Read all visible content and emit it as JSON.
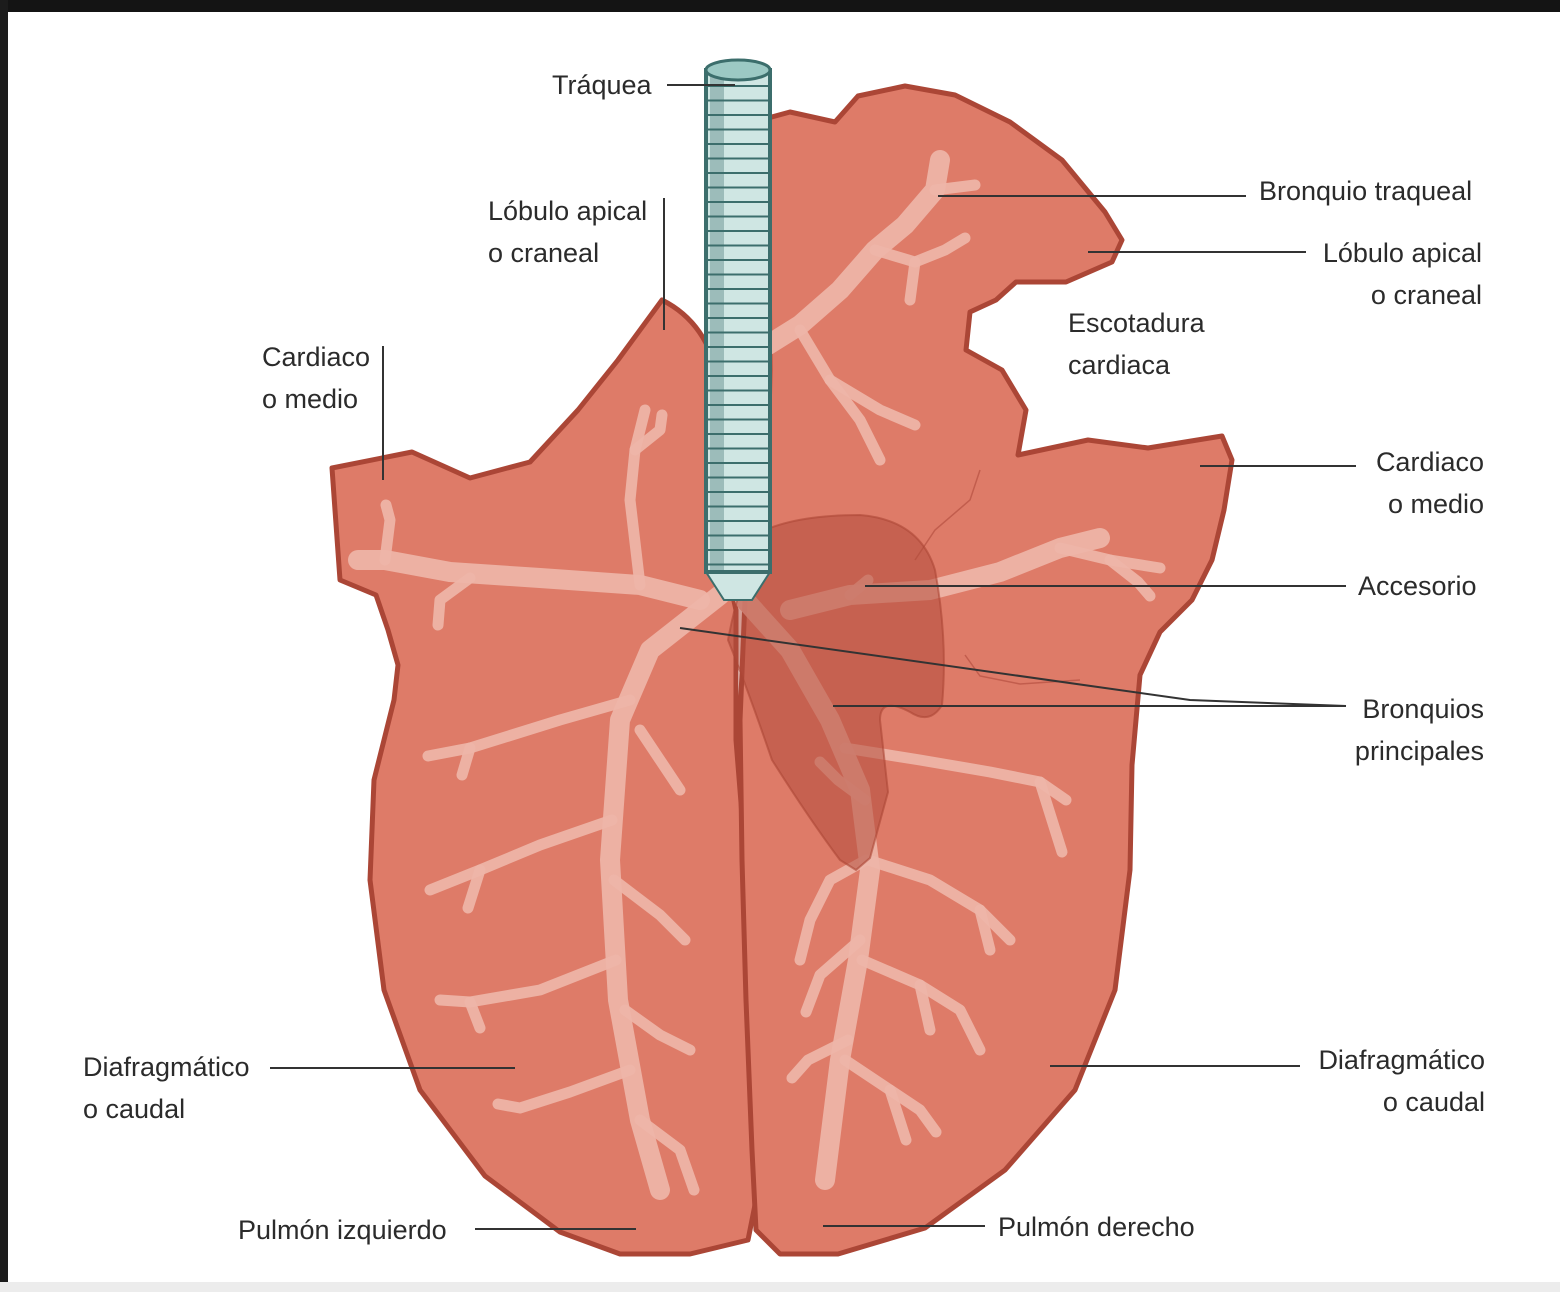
{
  "colors": {
    "lung_fill": "#de7b68",
    "lung_outline": "#ab4636",
    "bronchi": "#eeb5a8",
    "trachea_fill": "#cfe6e3",
    "trachea_ring": "#3c6e6c",
    "heart_overlay": "#b34c3c",
    "leader_line": "#333333",
    "text": "#2b2b2b"
  },
  "labels": {
    "trachea": "Tráquea",
    "left_apical_1": "Lóbulo apical",
    "left_apical_2": "o craneal",
    "left_cardiac_1": "Cardiaco",
    "left_cardiac_2": "o medio",
    "left_diaphragmatic_1": "Diafragmático",
    "left_diaphragmatic_2": "o caudal",
    "left_lung": "Pulmón izquierdo",
    "tracheal_bronchus": "Bronquio traqueal",
    "right_apical_1": "Lóbulo apical",
    "right_apical_2": "o craneal",
    "cardiac_notch_1": "Escotadura",
    "cardiac_notch_2": "cardiaca",
    "right_cardiac_1": "Cardiaco",
    "right_cardiac_2": "o medio",
    "accessory": "Accesorio",
    "main_bronchi_1": "Bronquios",
    "main_bronchi_2": "principales",
    "right_diaphragmatic_1": "Diafragmático",
    "right_diaphragmatic_2": "o caudal",
    "right_lung": "Pulmón derecho"
  }
}
